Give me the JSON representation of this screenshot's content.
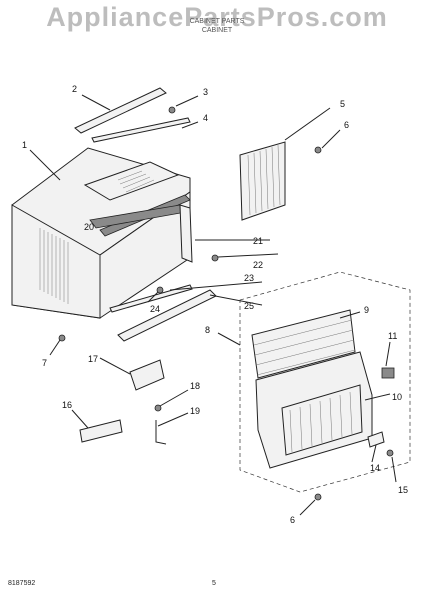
{
  "watermark": "AppliancePartsPros.com",
  "subtitle_lines": [
    "CABINET PARTS",
    "CABINET"
  ],
  "parts": [
    {
      "id": "label-1",
      "text": "1"
    },
    {
      "id": "label-2",
      "text": "2"
    },
    {
      "id": "label-3",
      "text": "3"
    },
    {
      "id": "label-4",
      "text": "4"
    },
    {
      "id": "label-5",
      "text": "5"
    },
    {
      "id": "label-6a",
      "text": "6"
    },
    {
      "id": "label-6b",
      "text": "6"
    },
    {
      "id": "label-7",
      "text": "7"
    },
    {
      "id": "label-8",
      "text": "8"
    },
    {
      "id": "label-9",
      "text": "9"
    },
    {
      "id": "label-10",
      "text": "10"
    },
    {
      "id": "label-11",
      "text": "11"
    },
    {
      "id": "label-14",
      "text": "14"
    },
    {
      "id": "label-15",
      "text": "15"
    },
    {
      "id": "label-16",
      "text": "16"
    },
    {
      "id": "label-17",
      "text": "17"
    },
    {
      "id": "label-18",
      "text": "18"
    },
    {
      "id": "label-19",
      "text": "19"
    },
    {
      "id": "label-20",
      "text": "20"
    },
    {
      "id": "label-21",
      "text": "21"
    },
    {
      "id": "label-22",
      "text": "22"
    },
    {
      "id": "label-23",
      "text": "23"
    },
    {
      "id": "label-24",
      "text": "24"
    },
    {
      "id": "label-25",
      "text": "25"
    }
  ],
  "footer": {
    "code": "8187592",
    "page": "5"
  }
}
